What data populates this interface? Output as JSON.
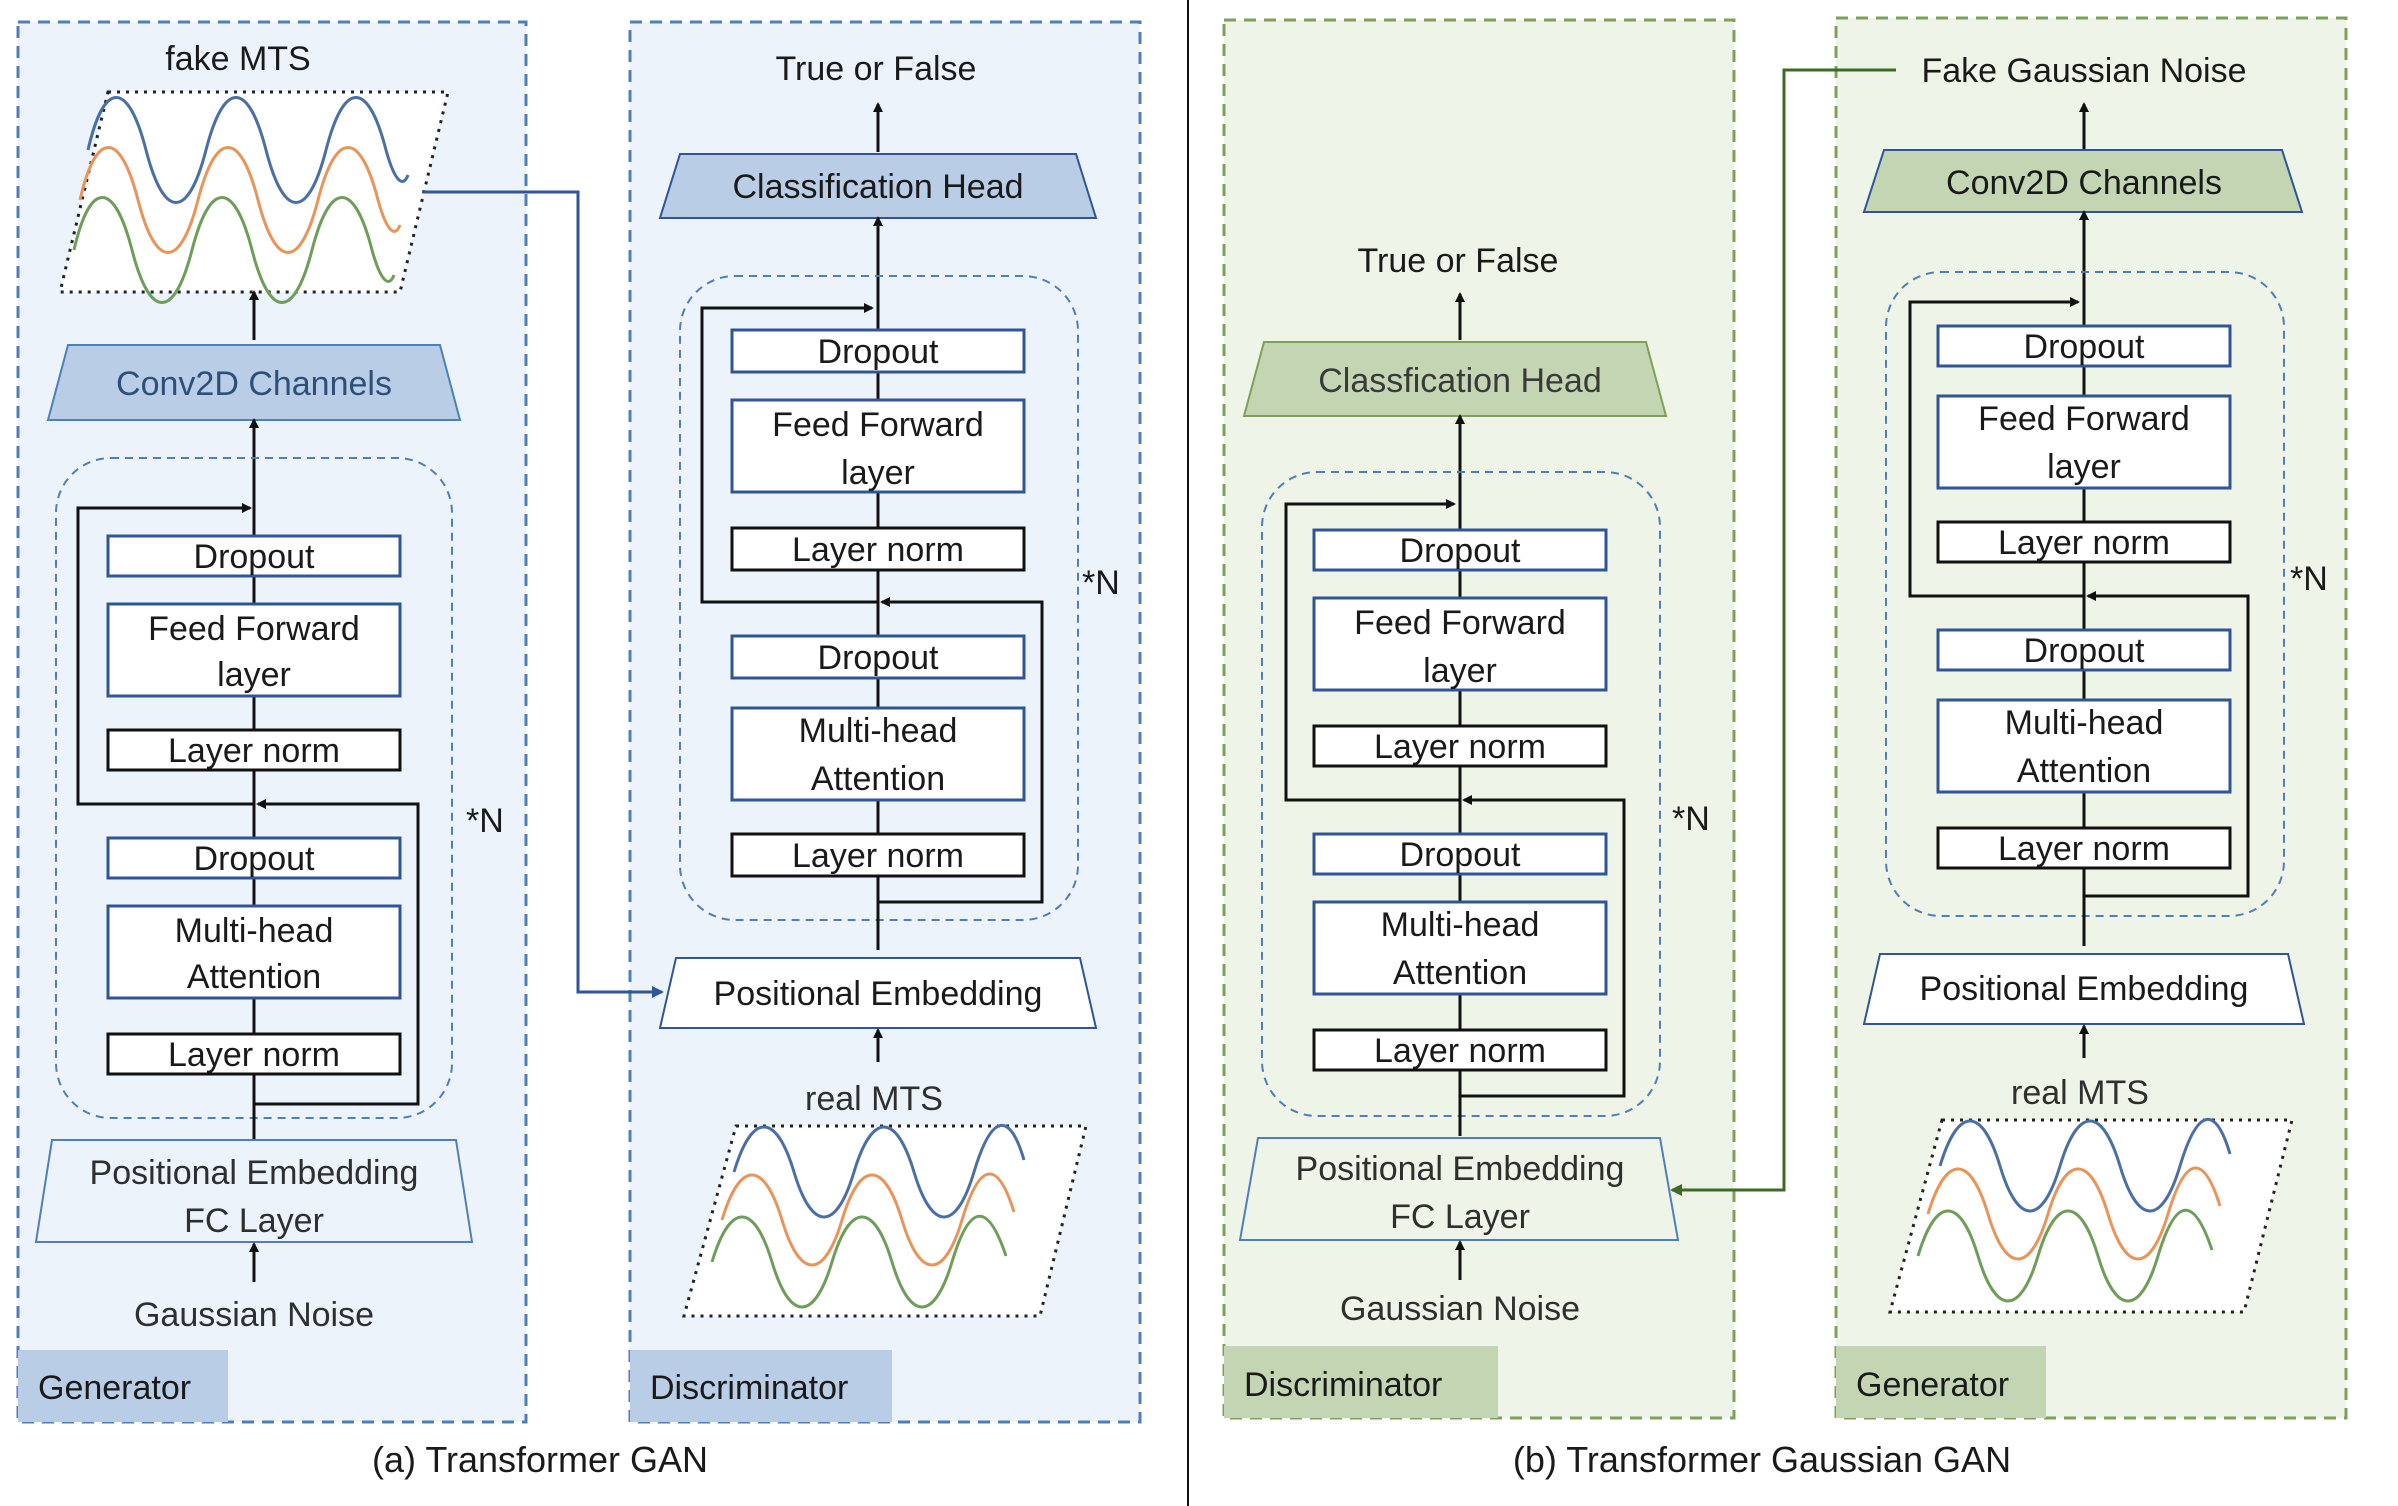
{
  "panel_a": {
    "caption": "(a) Transformer GAN",
    "generator": {
      "label": "Generator",
      "output": "fake MTS",
      "head": "Conv2D Channels",
      "dropout_top": "Dropout",
      "ff_line1": "Feed Forward",
      "ff_line2": "layer",
      "layernorm_top": "Layer norm",
      "dropout_bottom": "Dropout",
      "mha_line1": "Multi-head",
      "mha_line2": "Attention",
      "layernorm_bottom": "Layer norm",
      "repeat": "*N",
      "embed_line1": "Positional Embedding",
      "embed_line2": "FC Layer",
      "input": "Gaussian Noise"
    },
    "discriminator": {
      "label": "Discriminator",
      "output": "True or False",
      "head": "Classification Head",
      "dropout_top": "Dropout",
      "ff_line1": "Feed Forward",
      "ff_line2": "layer",
      "layernorm_top": "Layer norm",
      "dropout_bottom": "Dropout",
      "mha_line1": "Multi-head",
      "mha_line2": "Attention",
      "layernorm_bottom": "Layer norm",
      "repeat": "*N",
      "embed": "Positional Embedding",
      "input": "real MTS"
    }
  },
  "panel_b": {
    "caption": "(b) Transformer Gaussian GAN",
    "discriminator": {
      "label": "Discriminator",
      "output": "True or False",
      "head": "Classfication Head",
      "dropout_top": "Dropout",
      "ff_line1": "Feed Forward",
      "ff_line2": "layer",
      "layernorm_top": "Layer norm",
      "dropout_bottom": "Dropout",
      "mha_line1": "Multi-head",
      "mha_line2": "Attention",
      "layernorm_bottom": "Layer norm",
      "repeat": "*N",
      "embed_line1": "Positional Embedding",
      "embed_line2": "FC Layer",
      "input": "Gaussian Noise"
    },
    "generator": {
      "label": "Generator",
      "output": "Fake Gaussian Noise",
      "head": "Conv2D Channels",
      "dropout_top": "Dropout",
      "ff_line1": "Feed Forward",
      "ff_line2": "layer",
      "layernorm_top": "Layer norm",
      "dropout_bottom": "Dropout",
      "mha_line1": "Multi-head",
      "mha_line2": "Attention",
      "layernorm_bottom": "Layer norm",
      "repeat": "*N",
      "embed": "Positional Embedding",
      "input": "real MTS"
    }
  },
  "colors": {
    "blue_bg": "#edf3fa",
    "blue_dash": "#4f7fb8",
    "blue_head": "#b9cde6",
    "blue_label": "#b9cde6",
    "blue_link": "#2f5597",
    "green_bg": "#eef4e8",
    "green_dash": "#7ea05a",
    "green_head": "#c3d5b2",
    "green_label": "#c3d5b2",
    "green_link": "#3d6b22",
    "block_border": "#2f5597",
    "wave_blue": "#4a6fa5",
    "wave_orange": "#e8955a",
    "wave_green": "#6e9e5a",
    "text": "#1a1a1a"
  }
}
